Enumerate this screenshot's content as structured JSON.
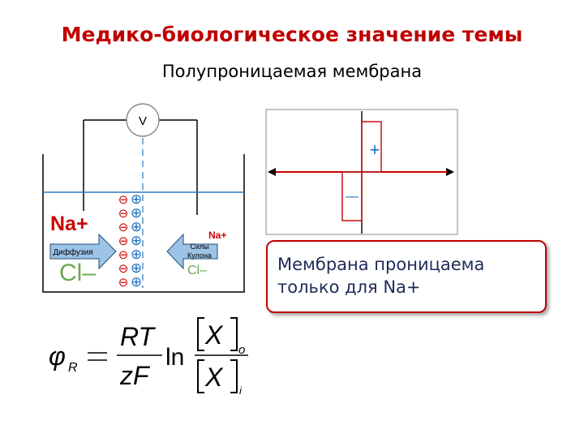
{
  "slide": {
    "title": "Медико-биологическое значение темы",
    "subtitle": "Полупроницаемая мембрана"
  },
  "cell": {
    "voltmeter": "V",
    "left_cation": "Na+",
    "left_anion": "Cl–",
    "diffusion_label": "Диффузия",
    "right_cation": "Na+",
    "coulomb_label_line1": "Силы",
    "coulomb_label_line2": "Кулона",
    "right_anion": "Cl–",
    "membrane_signs": [
      "⊖",
      "⊕"
    ]
  },
  "graph": {
    "plus_label": "+",
    "minus_label": "—"
  },
  "callout": {
    "text": "Мембрана проницаема\nтолько для  Na+"
  },
  "formula": {
    "phi": "φ",
    "phi_sub": "R",
    "numerator": "RT",
    "denominator": "zF",
    "ln": "ln",
    "x": "X",
    "sub_o": "o",
    "sub_i": "i"
  },
  "colors": {
    "title": "#c00000",
    "accent_red": "#cc0000",
    "membrane_blue": "#1f6fc0",
    "water_line": "#2a7bc0",
    "callout_text": "#1f2a5a"
  }
}
